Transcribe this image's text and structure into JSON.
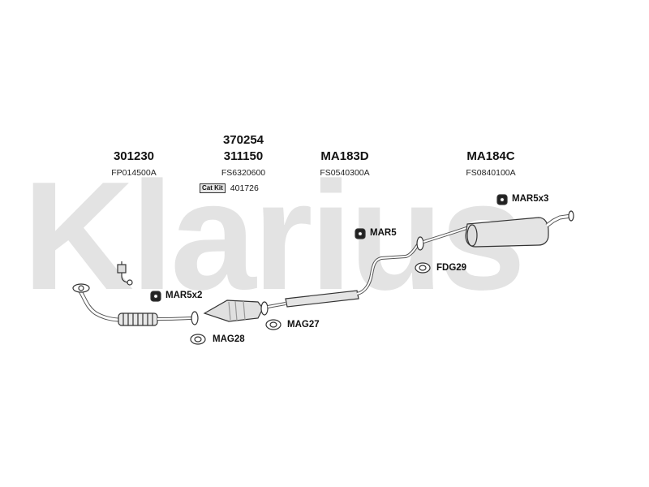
{
  "watermark": "Klarius",
  "parts": {
    "front_pipe": {
      "number": "301230",
      "code": "FP014500A"
    },
    "catalyst": {
      "number_top": "370254",
      "number": "311150",
      "code": "FS6320600",
      "cat_kit_label": "Cat Kit",
      "cat_kit_number": "401726"
    },
    "centre_box": {
      "number": "MA183D",
      "code": "FS0540300A"
    },
    "rear_box": {
      "number": "MA184C",
      "code": "FS0840100A"
    }
  },
  "fittings": {
    "mar5x2": "MAR5x2",
    "mar5": "MAR5",
    "mar5x3": "MAR5x3",
    "fdg29": "FDG29",
    "mag27": "MAG27",
    "mag28": "MAG28"
  }
}
